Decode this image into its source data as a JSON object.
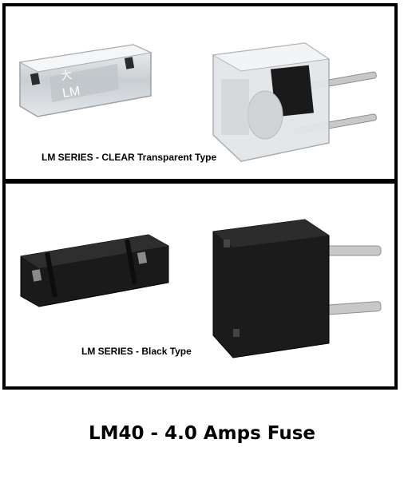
{
  "panels": {
    "top": {
      "caption": "LM SERIES - CLEAR Transparent Type",
      "fuse_marking": "LM",
      "fuse_logo": "大"
    },
    "bottom": {
      "caption": "LM SERIES -  Black Type"
    }
  },
  "title": "LM40 - 4.0 Amps Fuse",
  "colors": {
    "border": "#000000",
    "clear_body": "#d9dde0",
    "black_body": "#1a1a1a",
    "pin": "#c8c8c8"
  }
}
